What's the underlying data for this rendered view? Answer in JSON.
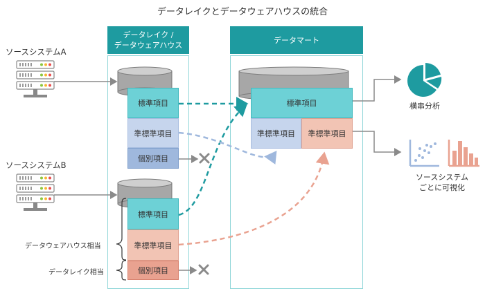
{
  "title": "データレイクとデータウェアハウスの統合",
  "source_a": "ソースシステムA",
  "source_b": "ソースシステムB",
  "col_lake": {
    "line1": "データレイク /",
    "line2": "データウェアハウス"
  },
  "col_mart": "データマート",
  "items": {
    "standard": "標準項目",
    "semi_standard": "準標準項目",
    "individual": "個別項目"
  },
  "bracket_dwh": "データウェアハウス相当",
  "bracket_lake": "データレイク相当",
  "outputs": {
    "cross_analysis": "横串分析",
    "viz_line1": "ソースシステム",
    "viz_line2": "ごとに可視化"
  },
  "colors": {
    "teal": "#1e9ba0",
    "standard": "#6dd1d6",
    "semi_blue": "#c6d5ed",
    "individual_blue": "#9fb8dd",
    "semi_red": "#f2c4b4",
    "individual_red": "#e9a290",
    "dash_teal": "#1e9ba0",
    "dash_blue": "#9fb8dd",
    "dash_red": "#e9a290"
  }
}
